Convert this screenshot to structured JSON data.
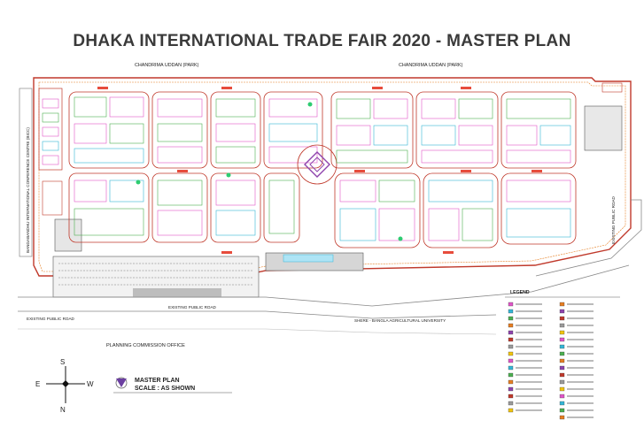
{
  "title": "DHAKA INTERNATIONAL TRADE FAIR  2020 - MASTER PLAN",
  "labels": {
    "park_left": "CHANDRIMA UDDAN (PARK)",
    "park_right": "CHANDRIMA UDDAN (PARK)",
    "conference_centre": "BANGABANDHU INTERNATIONAL CONFERENCE CENTRE (BICC)",
    "road_bottom_left": "EXISTING PUBLIC ROAD",
    "road_bottom_mid": "EXISTING PUBLIC ROAD",
    "road_right": "EXISTING PUBLIC ROAD",
    "university": "SHERE - BANGLA AGRICULTURAL UNIVERSITY",
    "planning_office": "PLANNING COMMISSION OFFICE",
    "legend_title": "LEGEND"
  },
  "compass": {
    "n": "N",
    "s": "S",
    "e": "E",
    "w": "W"
  },
  "footer": {
    "master_plan": "MASTER PLAN",
    "scale": "SCALE : AS SHOWN"
  },
  "colors": {
    "outline": "#c0392b",
    "pink": "#e056c8",
    "green": "#4caf50",
    "cyan": "#35b6d6",
    "purple": "#8e44ad",
    "grey": "#9a9a9a"
  }
}
